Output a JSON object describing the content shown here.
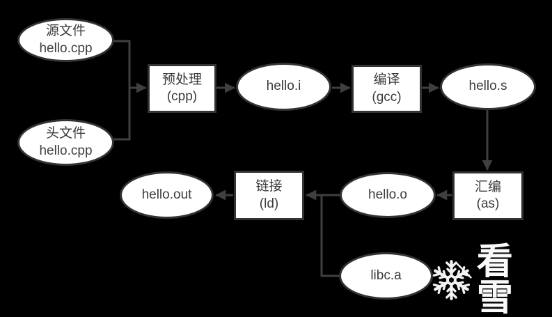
{
  "colors": {
    "background": "#000000",
    "node_fill": "#ffffff",
    "node_border": "#333333",
    "node_text": "#3c3c3c",
    "connector": "#3f3f3f",
    "watermark": "#f2f2f2"
  },
  "diagram": {
    "nodes": {
      "source_file": {
        "label": "源文件\nhello.cpp",
        "shape": "ellipse"
      },
      "header_file": {
        "label": "头文件\nhello.cpp",
        "shape": "ellipse"
      },
      "preprocess": {
        "label": "预处理\n(cpp)",
        "shape": "rect"
      },
      "hello_i": {
        "label": "hello.i",
        "shape": "ellipse"
      },
      "compile": {
        "label": "编译\n(gcc)",
        "shape": "rect"
      },
      "hello_s": {
        "label": "hello.s",
        "shape": "ellipse"
      },
      "assemble": {
        "label": "汇编\n(as)",
        "shape": "rect"
      },
      "hello_o": {
        "label": "hello.o",
        "shape": "ellipse"
      },
      "link": {
        "label": "链接\n(ld)",
        "shape": "rect"
      },
      "hello_out": {
        "label": "hello.out",
        "shape": "ellipse"
      },
      "libc_a": {
        "label": "libc.a",
        "shape": "ellipse"
      }
    }
  },
  "watermark": {
    "icon": "snowflake-icon",
    "text": "看雪"
  }
}
